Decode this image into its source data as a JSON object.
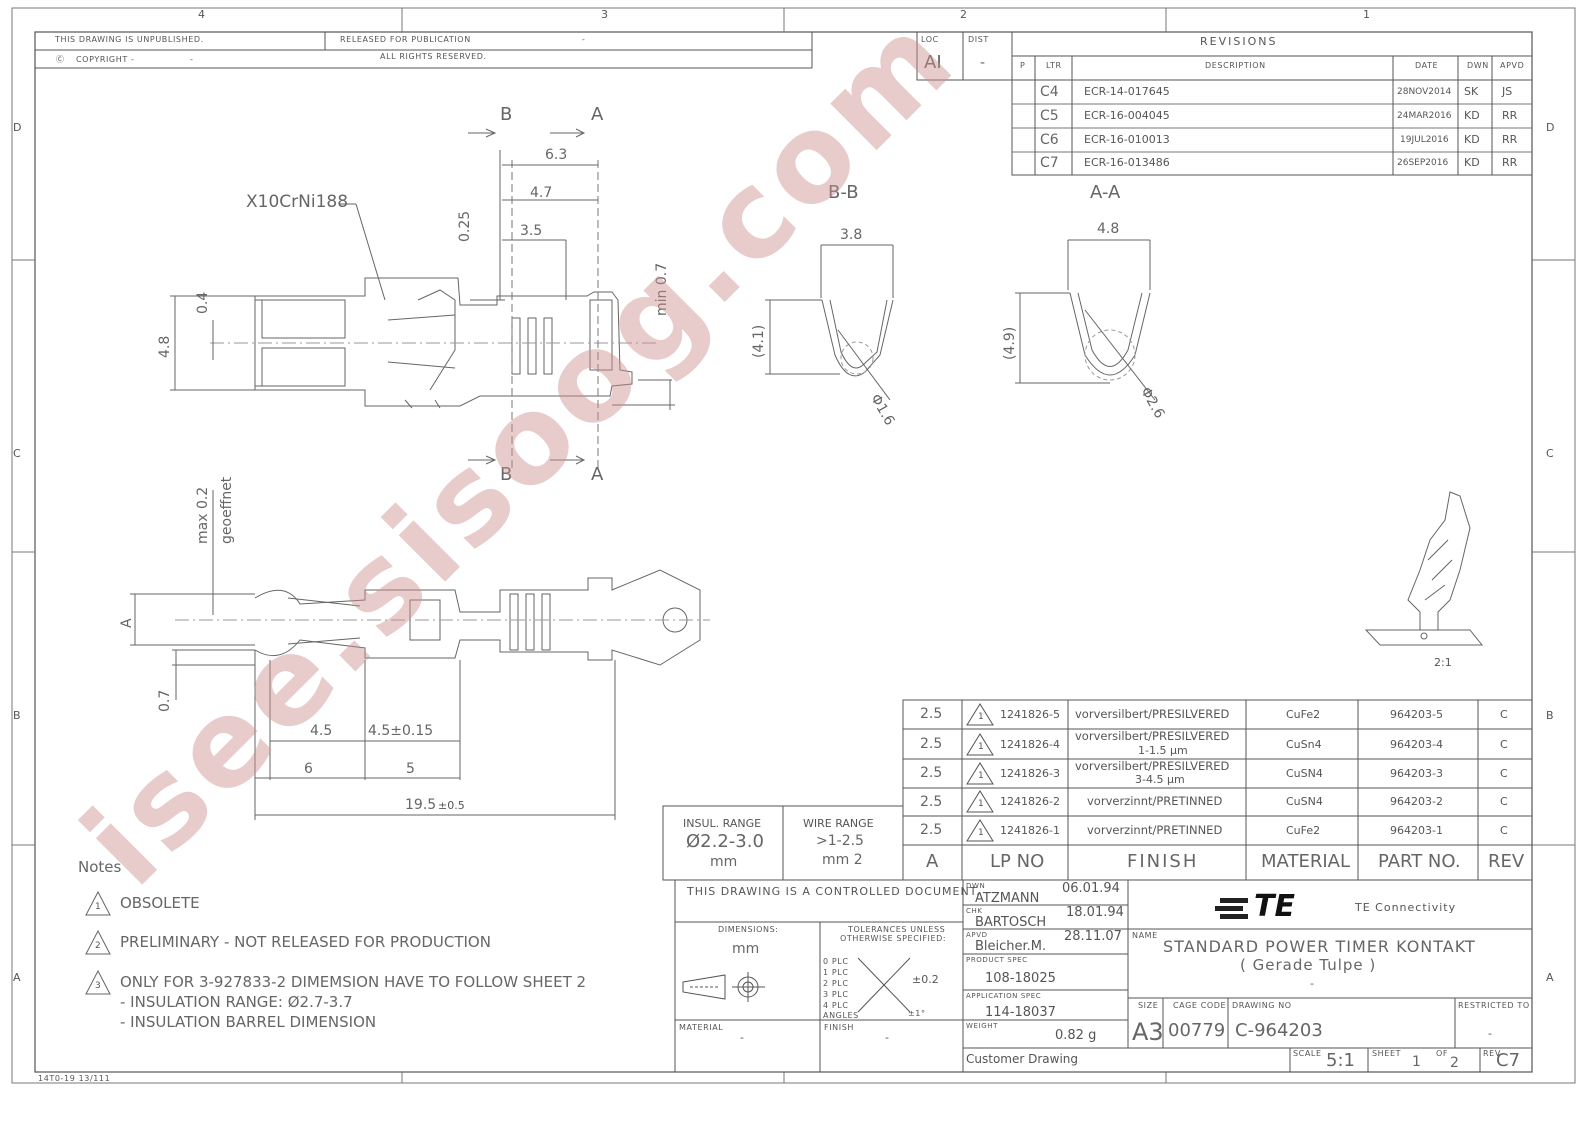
{
  "border": {
    "zones_top": [
      "4",
      "3",
      "2",
      "1"
    ],
    "zones_side": [
      "D",
      "C",
      "B",
      "A"
    ],
    "header_left": "THIS DRAWING IS UNPUBLISHED.",
    "header_mid": "RELEASED FOR PUBLICATION",
    "header_dash1": "-",
    "copyright": "COPYRIGHT -",
    "copyright_dash": "-",
    "rights": "ALL RIGHTS RESERVED.",
    "footer_code": "14T0-19 13/111"
  },
  "revisions": {
    "loc_label": "LOC",
    "loc_value": "AI",
    "dist_label": "DIST",
    "dist_value": "-",
    "title": "REVISIONS",
    "columns": [
      "P",
      "LTR",
      "DESCRIPTION",
      "DATE",
      "DWN",
      "APVD"
    ],
    "rows": [
      {
        "ltr": "C4",
        "desc": "ECR-14-017645",
        "date": "28NOV2014",
        "dwn": "SK",
        "apvd": "JS"
      },
      {
        "ltr": "C5",
        "desc": "ECR-16-004045",
        "date": "24MAR2016",
        "dwn": "KD",
        "apvd": "RR"
      },
      {
        "ltr": "C6",
        "desc": "ECR-16-010013",
        "date": "19JUL2016",
        "dwn": "KD",
        "apvd": "RR"
      },
      {
        "ltr": "C7",
        "desc": "ECR-16-013486",
        "date": "26SEP2016",
        "dwn": "KD",
        "apvd": "RR"
      }
    ]
  },
  "drawing": {
    "material_label": "X10CrNi188",
    "section_b": "B",
    "section_a": "A",
    "dim_6_3": "6.3",
    "dim_4_7": "4.7",
    "dim_3_5": "3.5",
    "dim_0_25": "0.25",
    "dim_0_4": "0.4",
    "dim_4_8": "4.8",
    "dim_min07": "min 0.7",
    "bb_title": "B-B",
    "aa_title": "A-A",
    "bb_width": "3.8",
    "aa_width": "4.8",
    "bb_height": "(4.1)",
    "aa_height": "(4.9)",
    "bb_dia": "Φ1.6",
    "aa_dia": "Φ2.6",
    "max02": "max 0.2",
    "geoeffnet": "geoeffnet",
    "dim_A": "A",
    "dim_0_7": "0.7",
    "dim_4_5": "4.5",
    "dim_4_5tol": "4.5±0.15",
    "dim_6": "6",
    "dim_5": "5",
    "dim_19_5": "19.5",
    "dim_19_5tol": "±0.5",
    "iso_scale": "2:1"
  },
  "notes": {
    "title": "Notes",
    "n1_num": "1",
    "n1": "OBSOLETE",
    "n2_num": "2",
    "n2": "PRELIMINARY - NOT RELEASED FOR PRODUCTION",
    "n3_num": "3",
    "n3": "ONLY FOR 3-927833-2 DIMEMSION HAVE TO FOLLOW SHEET 2",
    "n3a": "- INSULATION RANGE: Ø2.7-3.7",
    "n3b": "- INSULATION BARREL DIMENSION"
  },
  "ranges": {
    "insul_label": "INSUL. RANGE",
    "insul_value": "Ø2.2-3.0",
    "insul_unit": "mm",
    "wire_label": "WIRE RANGE",
    "wire_value": ">1-2.5",
    "wire_unit": "mm 2"
  },
  "parts": {
    "rows": [
      {
        "a": "2.5",
        "flag": "1",
        "lp": "1241826-5",
        "finish": "vorversilbert/PRESILVERED",
        "finish2": "",
        "material": "CuFe2",
        "part": "964203-5",
        "rev": "C"
      },
      {
        "a": "2.5",
        "flag": "1",
        "lp": "1241826-4",
        "finish": "vorversilbert/PRESILVERED",
        "finish2": "1-1.5 μm",
        "material": "CuSn4",
        "part": "964203-4",
        "rev": "C"
      },
      {
        "a": "2.5",
        "flag": "1",
        "lp": "1241826-3",
        "finish": "vorversilbert/PRESILVERED",
        "finish2": "3-4.5 μm",
        "material": "CuSN4",
        "part": "964203-3",
        "rev": "C"
      },
      {
        "a": "2.5",
        "flag": "1",
        "lp": "1241826-2",
        "finish": "vorverzinnt/PRETINNED",
        "finish2": "",
        "material": "CuSN4",
        "part": "964203-2",
        "rev": "C"
      },
      {
        "a": "2.5",
        "flag": "1",
        "lp": "1241826-1",
        "finish": "vorverzinnt/PRETINNED",
        "finish2": "",
        "material": "CuFe2",
        "part": "964203-1",
        "rev": "C"
      }
    ],
    "headers": [
      "A",
      "LP NO",
      "FINISH",
      "MATERIAL",
      "PART NO.",
      "REV"
    ]
  },
  "title_block": {
    "controlled": "THIS DRAWING IS A CONTROLLED DOCUMENT.",
    "dimensions_label": "DIMENSIONS:",
    "dimensions_value": "mm",
    "tol_label1": "TOLERANCES UNLESS",
    "tol_label2": "OTHERWISE SPECIFIED:",
    "tol_rows": [
      "0 PLC",
      "1 PLC",
      "2 PLC",
      "3 PLC",
      "4 PLC"
    ],
    "tol_value": "±0.2",
    "angles": "ANGLES",
    "angles_value": "±1°",
    "material_label": "MATERIAL",
    "material_value": "-",
    "finish_label": "FINISH",
    "finish_value": "-",
    "dwn_label": "DWN",
    "dwn_name": "ATZMANN",
    "dwn_date": "06.01.94",
    "chk_label": "CHK",
    "chk_name": "BARTOSCH",
    "chk_date": "18.01.94",
    "apvd_label": "APVD",
    "apvd_name": "Bleicher.M.",
    "apvd_date": "28.11.07",
    "product_spec_label": "PRODUCT SPEC",
    "product_spec": "108-18025",
    "app_spec_label": "APPLICATION SPEC",
    "app_spec": "114-18037",
    "weight_label": "WEIGHT",
    "weight": "0.82 g",
    "customer": "Customer Drawing",
    "logo": "TE",
    "company": "TE Connectivity",
    "name_label": "NAME",
    "name1": "STANDARD POWER TIMER KONTAKT",
    "name2": "( Gerade Tulpe )",
    "name3": "-",
    "size_label": "SIZE",
    "size": "A3",
    "cage_label": "CAGE CODE",
    "cage": "00779",
    "dwgno_label": "DRAWING NO",
    "dwgno": "C-964203",
    "restricted_label": "RESTRICTED TO",
    "restricted": "-",
    "scale_label": "SCALE",
    "scale": "5:1",
    "sheet_label": "SHEET",
    "sheet": "1",
    "of_label": "OF",
    "of": "2",
    "rev_label": "REV",
    "rev": "C7"
  },
  "watermark": "isee.sisoog.com"
}
